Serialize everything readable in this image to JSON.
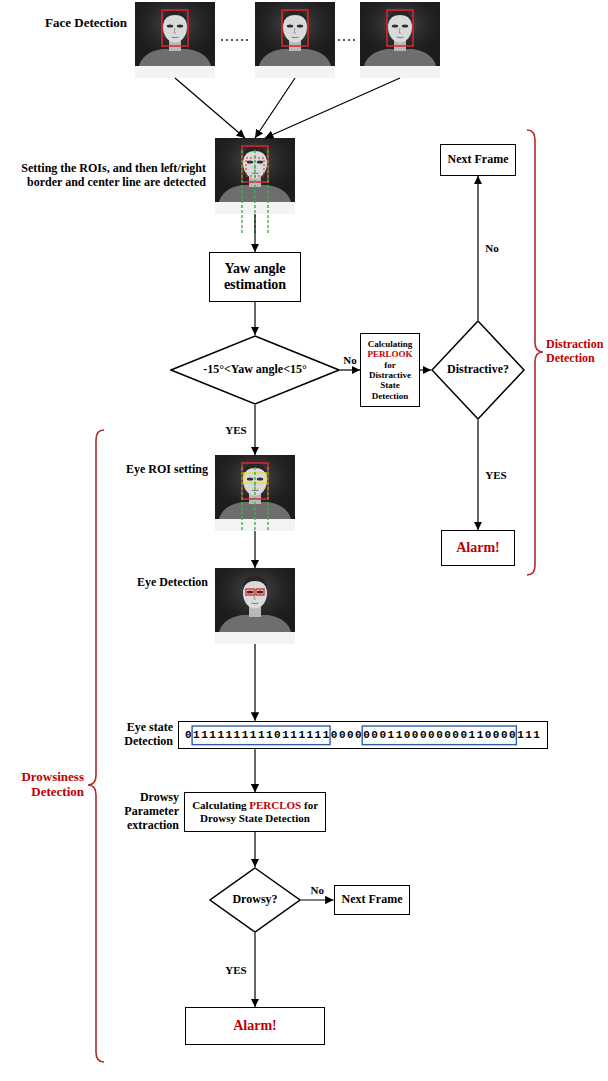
{
  "diagram": {
    "nodes": [
      {
        "text": [
          "Face Detection"
        ]
      },
      {
        "text": [
          "Setting the ROIs, and then left/right border and center line are detected"
        ]
      },
      {
        "text": [
          "Yaw angle estimation"
        ]
      },
      {
        "text": [
          "-15°<Yaw angle<15°"
        ]
      },
      {
        "text": [
          "Calculating PERLOOK for Distractive State Detection"
        ]
      },
      {
        "text": [
          "Distractive?"
        ]
      },
      {
        "text": [
          "Next Frame"
        ]
      },
      {
        "text": [
          "Alarm!"
        ]
      },
      {
        "text": [
          "Eye ROI setting"
        ]
      },
      {
        "text": [
          "Eye Detection"
        ]
      },
      {
        "text": [
          "Eye state Detection",
          "01111111111011111100000001100000000110000111"
        ]
      },
      {
        "text": [
          "Drowsy Parameter extraction",
          "Calculating PERCLOS for Drowsy State Detection"
        ]
      },
      {
        "text": [
          "Drowsy?"
        ]
      },
      {
        "text": [
          "Next Frame"
        ]
      },
      {
        "text": [
          "Alarm!"
        ]
      }
    ],
    "edges": [
      {
        "from": 0,
        "to": 1,
        "arrow": "to"
      },
      {
        "from": 0,
        "to": 1,
        "arrow": "to"
      },
      {
        "from": 0,
        "to": 1,
        "arrow": "to"
      },
      {
        "from": 1,
        "to": 2,
        "arrow": "to"
      },
      {
        "from": 2,
        "to": 3,
        "arrow": "to"
      },
      {
        "from": 3,
        "to": 4,
        "label": "No",
        "arrow": "to"
      },
      {
        "from": 4,
        "to": 5,
        "arrow": "to"
      },
      {
        "from": 5,
        "to": 6,
        "label": "No",
        "arrow": "to"
      },
      {
        "from": 5,
        "to": 7,
        "label": "YES",
        "arrow": "to"
      },
      {
        "from": 3,
        "to": 8,
        "label": "YES",
        "arrow": "to"
      },
      {
        "from": 8,
        "to": 9,
        "arrow": "to"
      },
      {
        "from": 9,
        "to": 10,
        "arrow": "to"
      },
      {
        "from": 10,
        "to": 11,
        "arrow": "to"
      },
      {
        "from": 11,
        "to": 12,
        "arrow": "to"
      },
      {
        "from": 12,
        "to": 13,
        "label": "No",
        "arrow": "to"
      },
      {
        "from": 12,
        "to": 14,
        "label": "YES",
        "arrow": "to"
      }
    ],
    "labels": [
      "Distraction Detection",
      "Drowsiness Detection"
    ]
  }
}
